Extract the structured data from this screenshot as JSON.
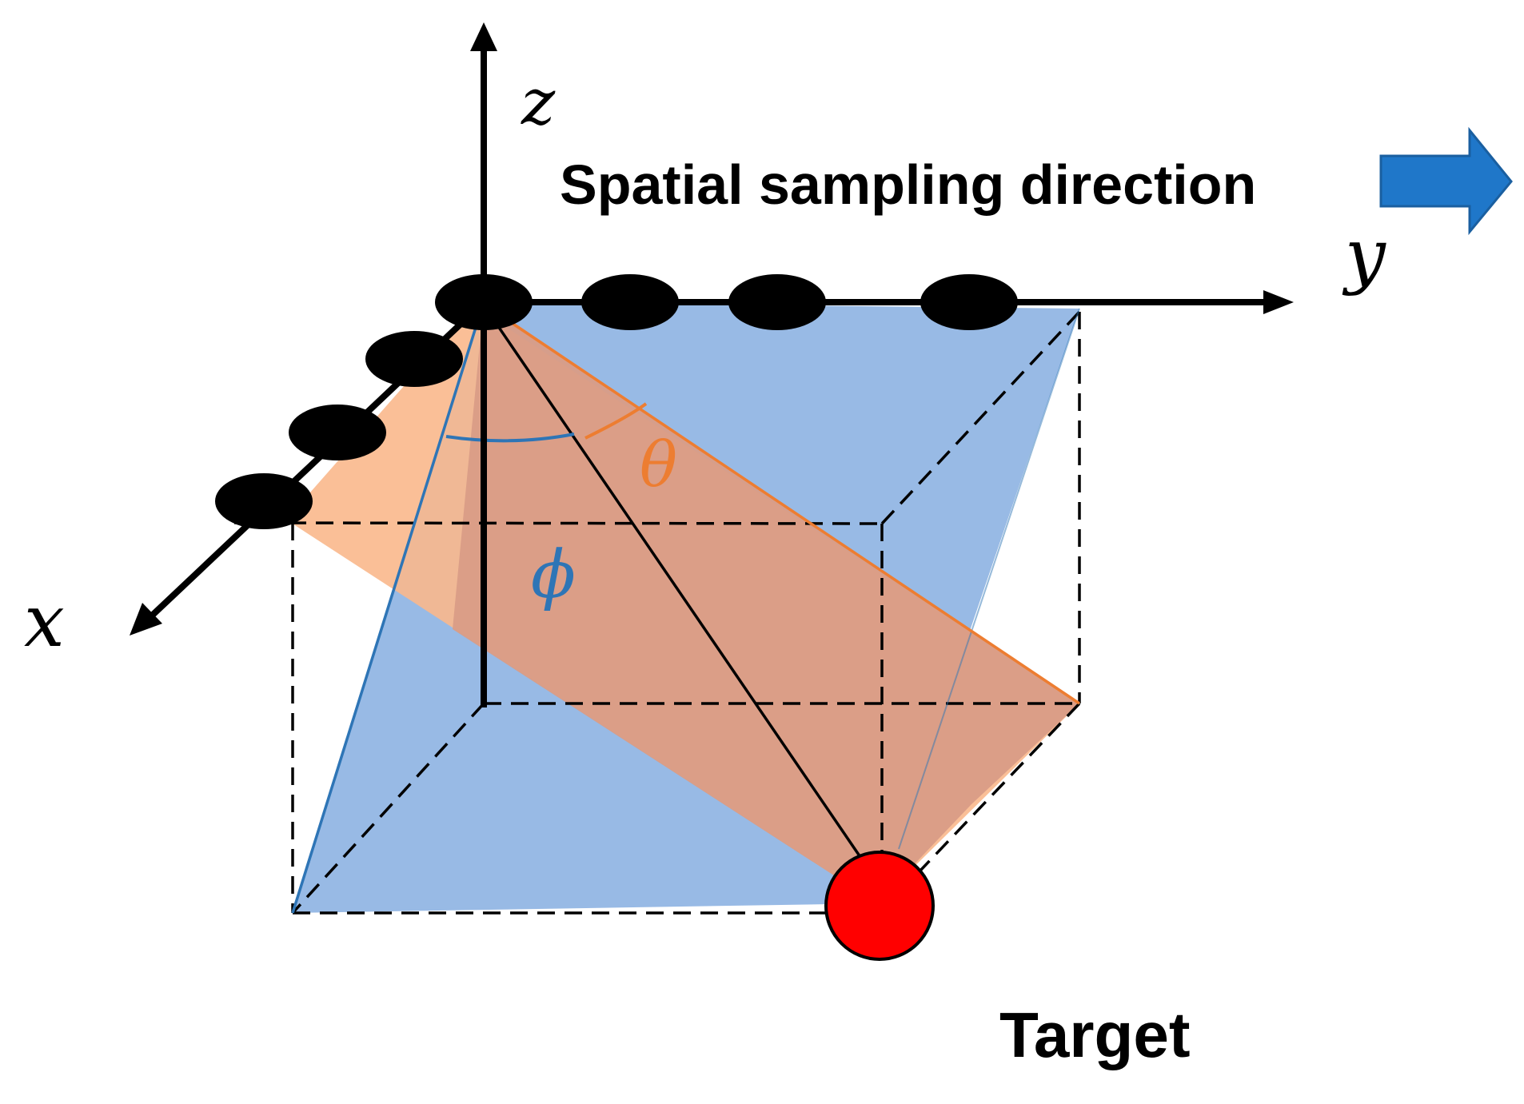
{
  "axes": {
    "x_label": "x",
    "y_label": "y",
    "z_label": "z"
  },
  "angles": {
    "theta_label": "θ",
    "phi_label": "ϕ"
  },
  "annotations": {
    "sampling_direction": "Spatial sampling direction",
    "target": "Target"
  },
  "colors": {
    "plane_theta": "#f9b88c",
    "plane_phi": "#86aee0",
    "plane_overlap": "#d99c86",
    "theta_color": "#ed7d31",
    "phi_color": "#2e75b6",
    "arrow_fill": "#1f77c9",
    "target_fill": "#ff0000",
    "outline": "#000000"
  },
  "elements": {
    "array_elements_y_count": 4,
    "array_elements_x_count": 3
  }
}
